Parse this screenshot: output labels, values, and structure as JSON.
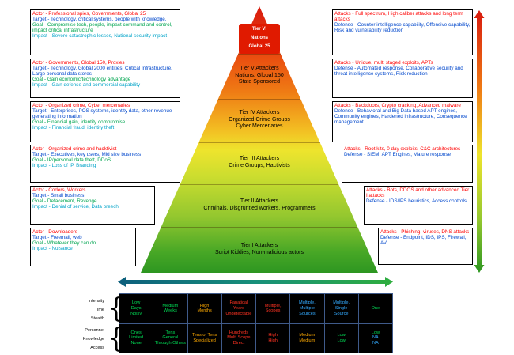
{
  "colors": {
    "roles": {
      "actor": "#ff0000",
      "target": "#0047cc",
      "goal": "#00a550",
      "impact": "#00a3c8",
      "attacks": "#ff0000",
      "defense": "#0047cc"
    },
    "pyramid_top": "#d81a0e",
    "pyramid_bottom": "#2d9621",
    "tip_box_bg": "#e01a00",
    "table_bg": "#000000",
    "table": {
      "green": "#00dd55",
      "orange": "#ffaa00",
      "red": "#ff3322",
      "blue": "#33aaff"
    }
  },
  "pyramid": {
    "tiers": [
      {
        "name": "tier-6-tip",
        "lines": [
          "Tier VI",
          "Nations",
          "Global 25"
        ]
      },
      {
        "name": "tier-5",
        "lines": [
          "Tier V Attackers",
          "Nations, Global 150",
          "State Sponsored"
        ]
      },
      {
        "name": "tier-4",
        "lines": [
          "Tier IV Attackers",
          "Organized Crime Groups",
          "Cyber Mercenaries"
        ]
      },
      {
        "name": "tier-3",
        "lines": [
          "Tier III Attackers",
          "Crime Groups, Hactivists"
        ]
      },
      {
        "name": "tier-2",
        "lines": [
          "Tier II Attackers",
          "Criminals, Disgruntled workers, Programmers"
        ]
      },
      {
        "name": "tier-1",
        "lines": [
          "Tier I Attackers",
          "Script Kiddies, Non-malicious actors"
        ]
      }
    ]
  },
  "left_boxes": [
    {
      "actor": "Actor - Professional spies, Governments, Global 25",
      "target": "Target - Technology, critical systems, people with knowledge,",
      "goal": "Goal - Compromise tech, people, impact command and control, impact critical infrastructure",
      "impact": "Impact - Severe catastrophic losses, National security impact"
    },
    {
      "actor": "Actor - Governments, Global 150, Proxies",
      "target": "Target - Technology, Global 2000 entities, Critical Infrastructure, Large personal data stores",
      "goal": "Goal - Gain economic/technology advantage",
      "impact": "Impact - Gain defense and commercial capability"
    },
    {
      "actor": "Actor - Organized crime, Cyber mercenaries",
      "target": "Target - Enterprises, POS systems, identity data, other revenue generating information",
      "goal": "Goal - Financial gain, identity compromise",
      "impact": "Impact - Financial fraud, identity theft"
    },
    {
      "actor": "Actor - Organized crime and hacktivist",
      "target": "Target - Executives, key users, Mid size business",
      "goal": "Goal - IP/personal data theft, DDoS",
      "impact": "Impact - Loss of IP, Branding"
    },
    {
      "actor": "Actor - Coders, Workers",
      "target": "Target - Small business",
      "goal": "Goal - Defacement, Revenge",
      "impact": "Impact - Denial of service, Data breech"
    },
    {
      "actor": "Actor - Downloaders",
      "target": "Target - Freemail, web",
      "goal": "Goal - Whatever they can do",
      "impact": "Impact - Nuisance"
    }
  ],
  "right_boxes": [
    {
      "attacks": "Attacks - Full spectrum, High caliber attacks and long term attacks",
      "defense": "Defense - Counter intelligence capability, Offensive capability, Risk and vulnerability reduction"
    },
    {
      "attacks": "Attacks - Unique, multi staged exploits, APTs",
      "defense": "Defense - Automated response, Collaborative security and threat intelligence systems, Risk reduction"
    },
    {
      "attacks": "Attacks - Backdoors, Crypto cracking, Advanced malware",
      "defense": "Defense - Behavioral and Big Data based APT engines, Community engines, Hardened infrastructure, Consequence management"
    },
    {
      "attacks": "Attacks - Root kits, 0 day exploits, C&C architectures",
      "defense": "Defense - SIEM, APT Engines, Mature response"
    },
    {
      "attacks": "Attacks - Bots, DDOS and other advanced Tier I attacks",
      "defense": "Defense - IDS/IPS heuristics, Access controls"
    },
    {
      "attacks": "Attacks - Phishing, viruses, DNS attacks",
      "defense": "Defense - Endpoint, IDS, IPS, Firewall, AV"
    }
  ],
  "bottom_table": {
    "row_groups": [
      {
        "row_labels": [
          "Intensity",
          "Time",
          "Stealth"
        ],
        "columns": [
          {
            "lines": [
              {
                "t": "Low",
                "c": "green"
              },
              {
                "t": "Days",
                "c": "green"
              },
              {
                "t": "Noisy",
                "c": "green"
              }
            ]
          },
          {
            "lines": [
              {
                "t": "Medium",
                "c": "green"
              },
              {
                "t": "Weeks",
                "c": "green"
              }
            ]
          },
          {
            "lines": [
              {
                "t": "High",
                "c": "orange"
              },
              {
                "t": "Months",
                "c": "orange"
              }
            ]
          },
          {
            "lines": [
              {
                "t": "Fanatical",
                "c": "red"
              },
              {
                "t": "Years",
                "c": "red"
              },
              {
                "t": "Undetectable",
                "c": "red"
              }
            ]
          },
          {
            "lines": [
              {
                "t": "Multiple,",
                "c": "red"
              },
              {
                "t": "Scopes",
                "c": "red"
              }
            ]
          },
          {
            "lines": [
              {
                "t": "Multiple,",
                "c": "blue"
              },
              {
                "t": "Multiple",
                "c": "blue"
              },
              {
                "t": "Sources",
                "c": "blue"
              }
            ]
          },
          {
            "lines": [
              {
                "t": "Multiple,",
                "c": "blue"
              },
              {
                "t": "Single",
                "c": "blue"
              },
              {
                "t": "Source",
                "c": "blue"
              }
            ]
          },
          {
            "lines": [
              {
                "t": "One",
                "c": "green"
              }
            ]
          }
        ]
      },
      {
        "row_labels": [
          "Personnel",
          "Knowledge",
          "Access"
        ],
        "columns": [
          {
            "lines": [
              {
                "t": "Ones",
                "c": "green"
              },
              {
                "t": "Limited",
                "c": "green"
              },
              {
                "t": "None",
                "c": "green"
              }
            ]
          },
          {
            "lines": [
              {
                "t": "Tens",
                "c": "green"
              },
              {
                "t": "General",
                "c": "green"
              },
              {
                "t": "Through Others",
                "c": "green"
              }
            ]
          },
          {
            "lines": [
              {
                "t": "Tens of Tens",
                "c": "orange"
              },
              {
                "t": "Specialized",
                "c": "orange"
              }
            ]
          },
          {
            "lines": [
              {
                "t": "Hundreds",
                "c": "red"
              },
              {
                "t": "Multi Scope",
                "c": "red"
              },
              {
                "t": "Direct",
                "c": "red"
              }
            ]
          },
          {
            "lines": [
              {
                "t": "High",
                "c": "red"
              },
              {
                "t": "High",
                "c": "red"
              }
            ]
          },
          {
            "lines": [
              {
                "t": "Medium",
                "c": "orange"
              },
              {
                "t": "Medium",
                "c": "orange"
              }
            ]
          },
          {
            "lines": [
              {
                "t": "Low",
                "c": "green"
              },
              {
                "t": "Low",
                "c": "green"
              }
            ]
          },
          {
            "lines": [
              {
                "t": "Low",
                "c": "green"
              },
              {
                "t": "NA",
                "c": "blue"
              },
              {
                "t": "NA",
                "c": "blue"
              }
            ]
          }
        ]
      }
    ]
  }
}
